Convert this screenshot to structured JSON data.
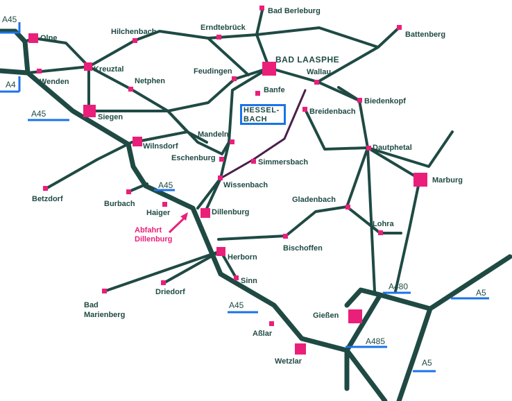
{
  "highlight": {
    "line1": "HESSEL-",
    "line2": "BACH"
  },
  "exit_note": {
    "line1": "Abfahrt",
    "line2": "Dillenburg"
  },
  "motorways": {
    "a45_top": "A45",
    "a4": "A4",
    "a45_siegen": "A45",
    "a45_haiger": "A45",
    "a45_south": "A45",
    "a480": "A480",
    "a485": "A485",
    "a5_east": "A5",
    "a5_south": "A5"
  },
  "towns": {
    "bad_berleburg": "Bad Berleburg",
    "erndtebrueck": "Erndtebrück",
    "battenberg": "Battenberg",
    "hilchenbach": "Hilchenbach",
    "olpe": "Olpe",
    "kreuztal": "Kreuztal",
    "wenden": "Wenden",
    "netphen": "Netphen",
    "feudingen": "Feudingen",
    "bad_laasphe": "BAD LAASPHE",
    "wallau": "Wallau",
    "banfe": "Banfe",
    "biedenkopf": "Biedenkopf",
    "siegen": "Siegen",
    "breidenbach": "Breidenbach",
    "mandeln": "Mandeln",
    "wilnsdorf": "Wilnsdorf",
    "dautphetal": "Dautphetal",
    "eschenburg": "Eschenburg",
    "simmersbach": "Simmersbach",
    "marburg": "Marburg",
    "wissenbach": "Wissenbach",
    "betzdorf": "Betzdorf",
    "burbach": "Burbach",
    "gladenbach": "Gladenbach",
    "haiger": "Haiger",
    "dillenburg": "Dillenburg",
    "lohra": "Lohra",
    "bischoffen": "Bischoffen",
    "herborn": "Herborn",
    "sinn": "Sinn",
    "driedorf": "Driedorf",
    "bad_marienberg_1": "Bad",
    "bad_marienberg_2": "Marienberg",
    "giessen": "Gießen",
    "asslar": "Aßlar",
    "wetzlar": "Wetzlar"
  }
}
